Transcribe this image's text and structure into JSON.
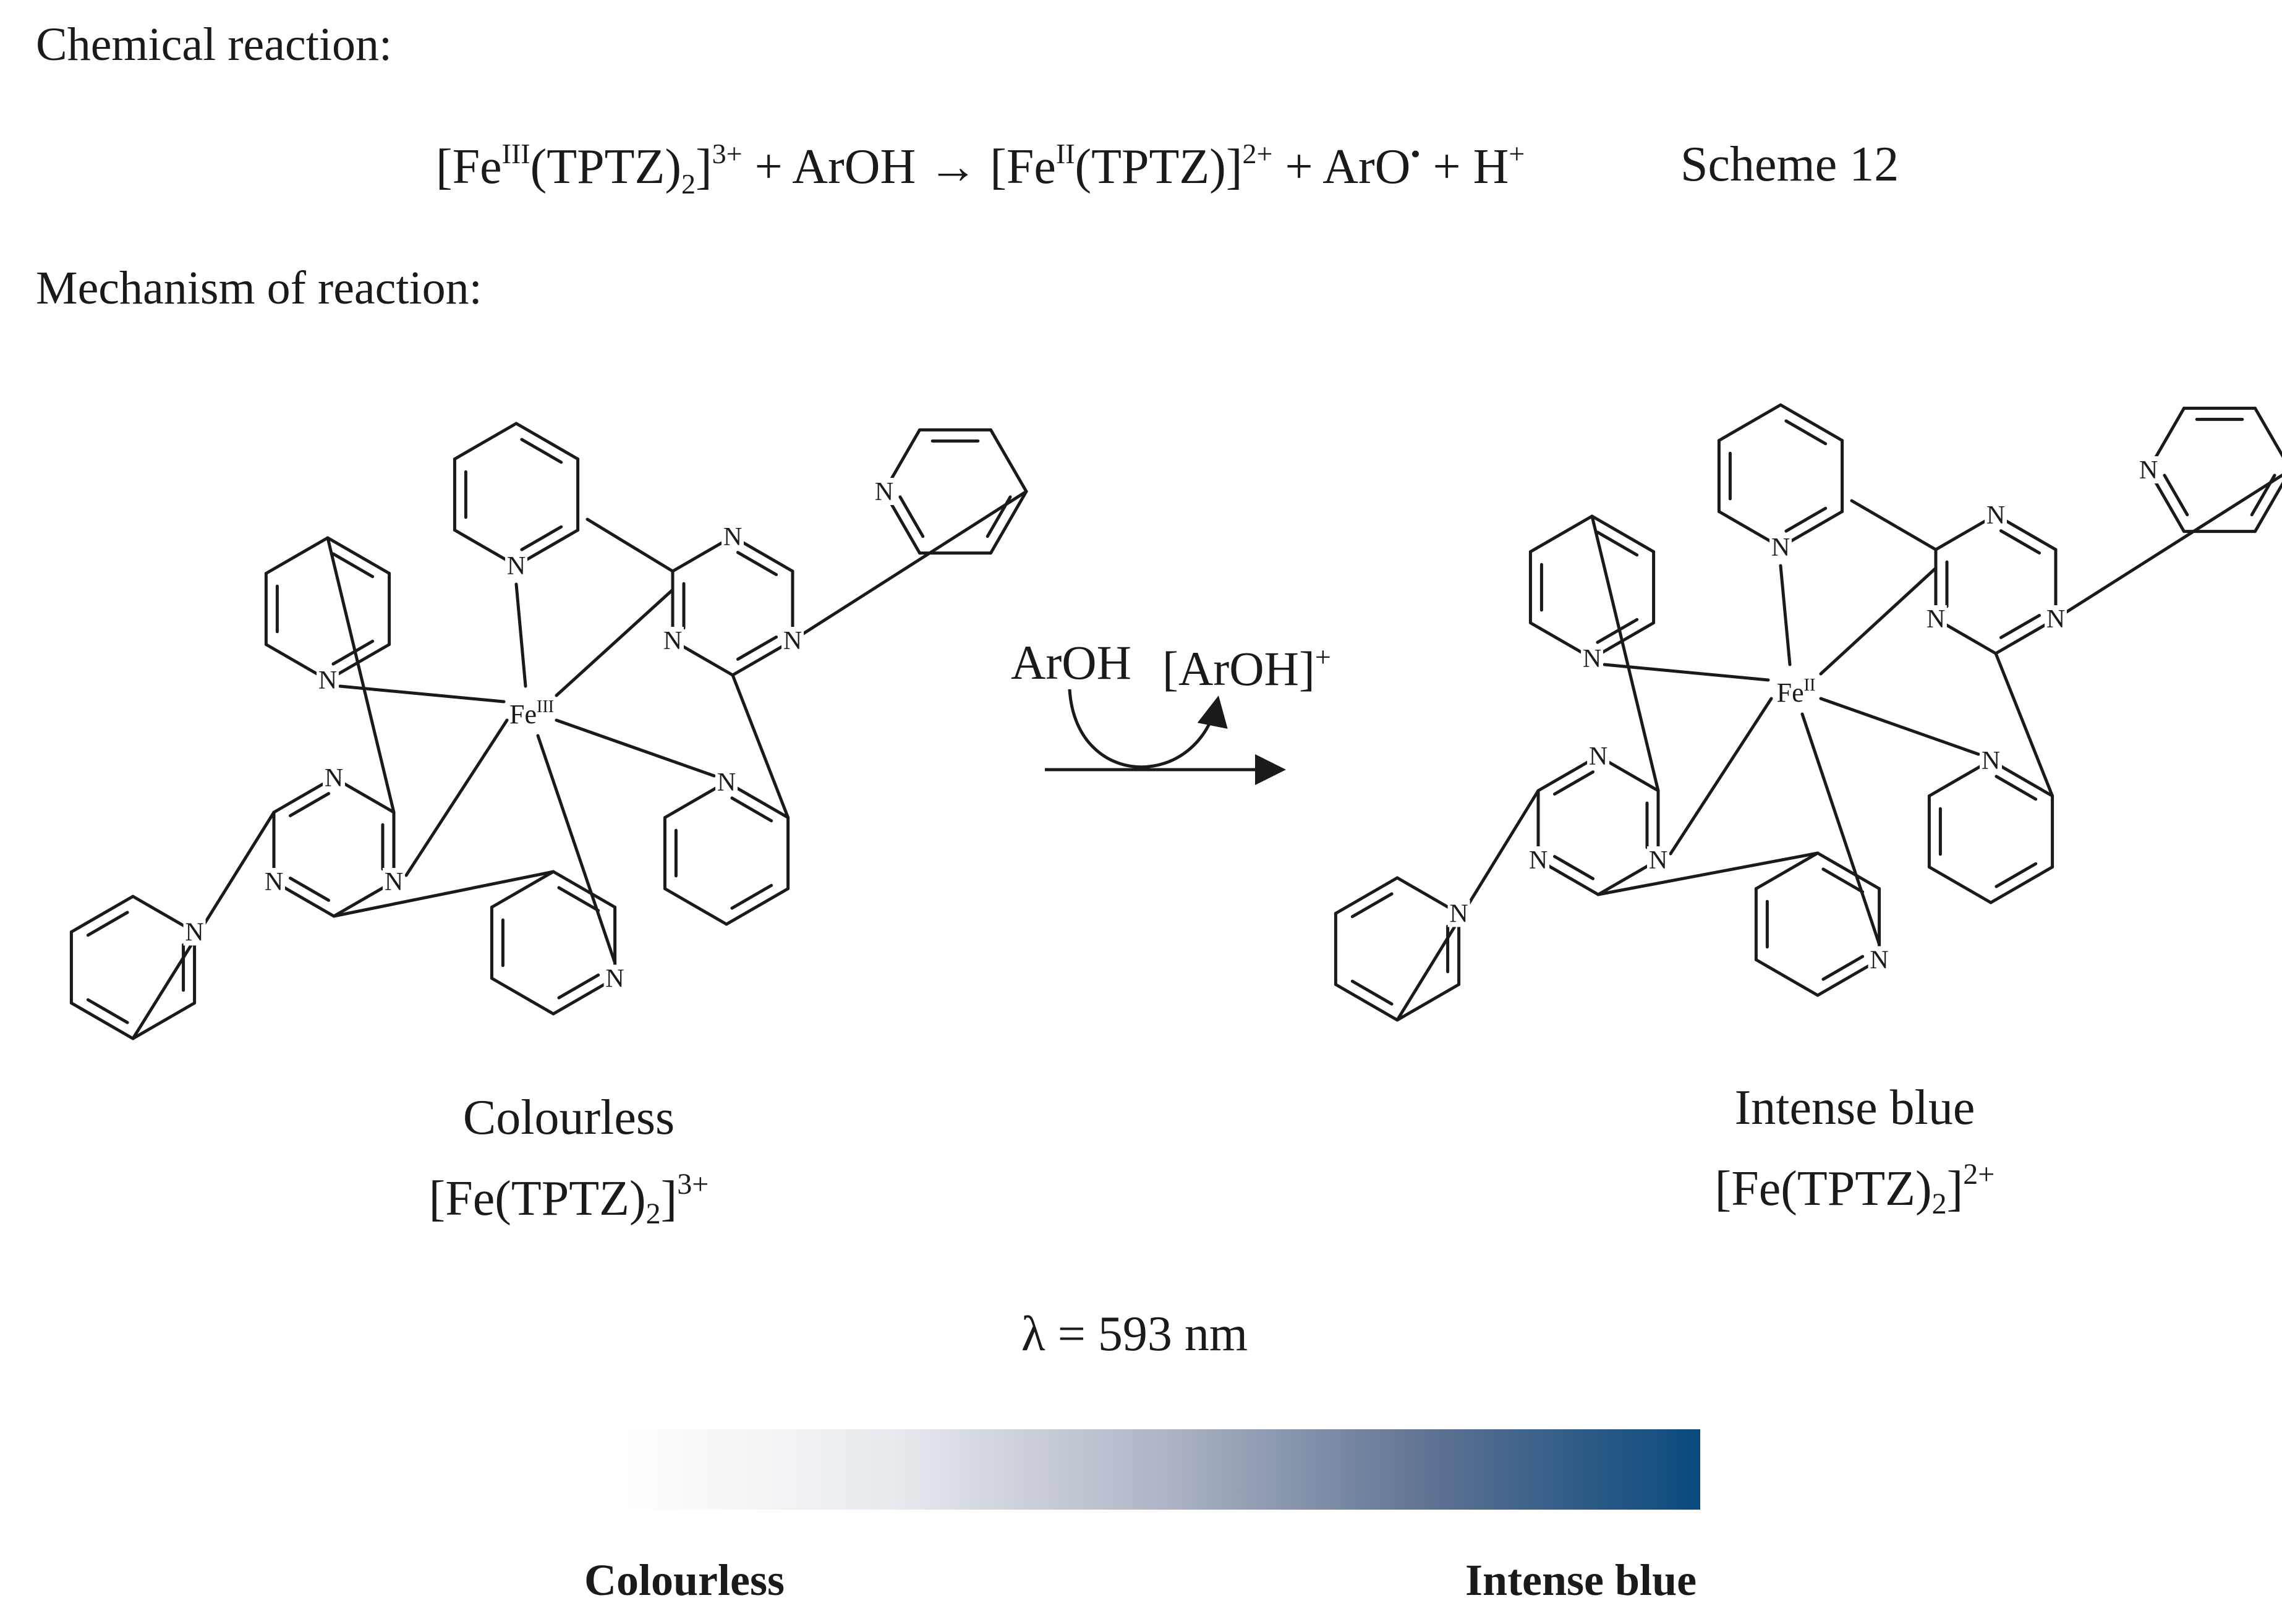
{
  "headings": {
    "chemical_reaction": "Chemical reaction:",
    "mechanism": "Mechanism of reaction:"
  },
  "equation": {
    "reactant1_base": "[Fe",
    "reactant1_ox": "III",
    "reactant1_rest": "(TPTZ)",
    "reactant1_sub": "2",
    "reactant1_close": "]",
    "reactant1_charge": "3+",
    "plus1": " + ArOH ",
    "arrow": "→",
    "product1_base": " [Fe",
    "product1_ox": "II",
    "product1_rest": "(TPTZ)]",
    "product1_charge": "2+",
    "plus2": " + ArO",
    "radical": "•",
    "plus3": " + H",
    "proton_charge": "+",
    "scheme_label": "Scheme 12"
  },
  "structures": {
    "left_metal": "Fe",
    "left_metal_ox": "III",
    "right_metal": "Fe",
    "right_metal_ox": "II",
    "nitrogen": "N"
  },
  "arrow_labels": {
    "reagent": "ArOH",
    "product": "[ArOH]",
    "product_charge": "+"
  },
  "left_caption": {
    "color": "Colourless",
    "formula_base": "[Fe(TPTZ)",
    "formula_sub": "2",
    "formula_close": "]",
    "formula_charge": "3+"
  },
  "right_caption": {
    "color": "Intense blue",
    "formula_base": "[Fe(TPTZ)",
    "formula_sub": "2",
    "formula_close": "]",
    "formula_charge": "2+"
  },
  "wavelength": "λ = 593 nm",
  "scale": {
    "left_label": "Colourless",
    "right_label": "Intense blue",
    "start_color": "#ffffff",
    "end_color": "#0a4a7e"
  }
}
